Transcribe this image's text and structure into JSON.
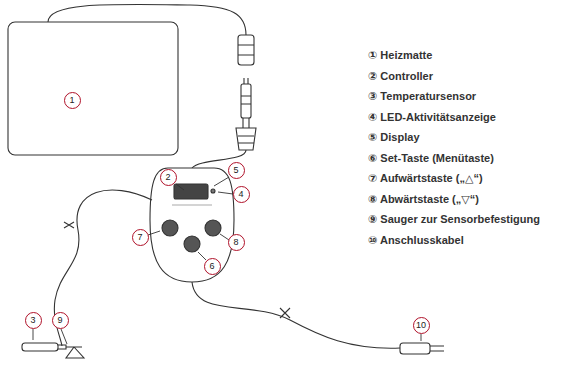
{
  "diagram": {
    "labels": [
      "1",
      "2",
      "5",
      "4",
      "7",
      "8",
      "6",
      "3",
      "9",
      "10",
      "① Heizmatte",
      "② Controller",
      "③ Temperatursensor",
      "④ LED-Aktivitätsanzeige",
      "⑤ Display",
      "⑥ Set-Taste (Menütaste)",
      "⑦ Aufwärtstaste („△“)",
      "⑧ Abwärtstaste („▽“)",
      "⑨ Sauger zur Sensorbefestigung",
      "⑩ Anschlusskabel"
    ]
  }
}
